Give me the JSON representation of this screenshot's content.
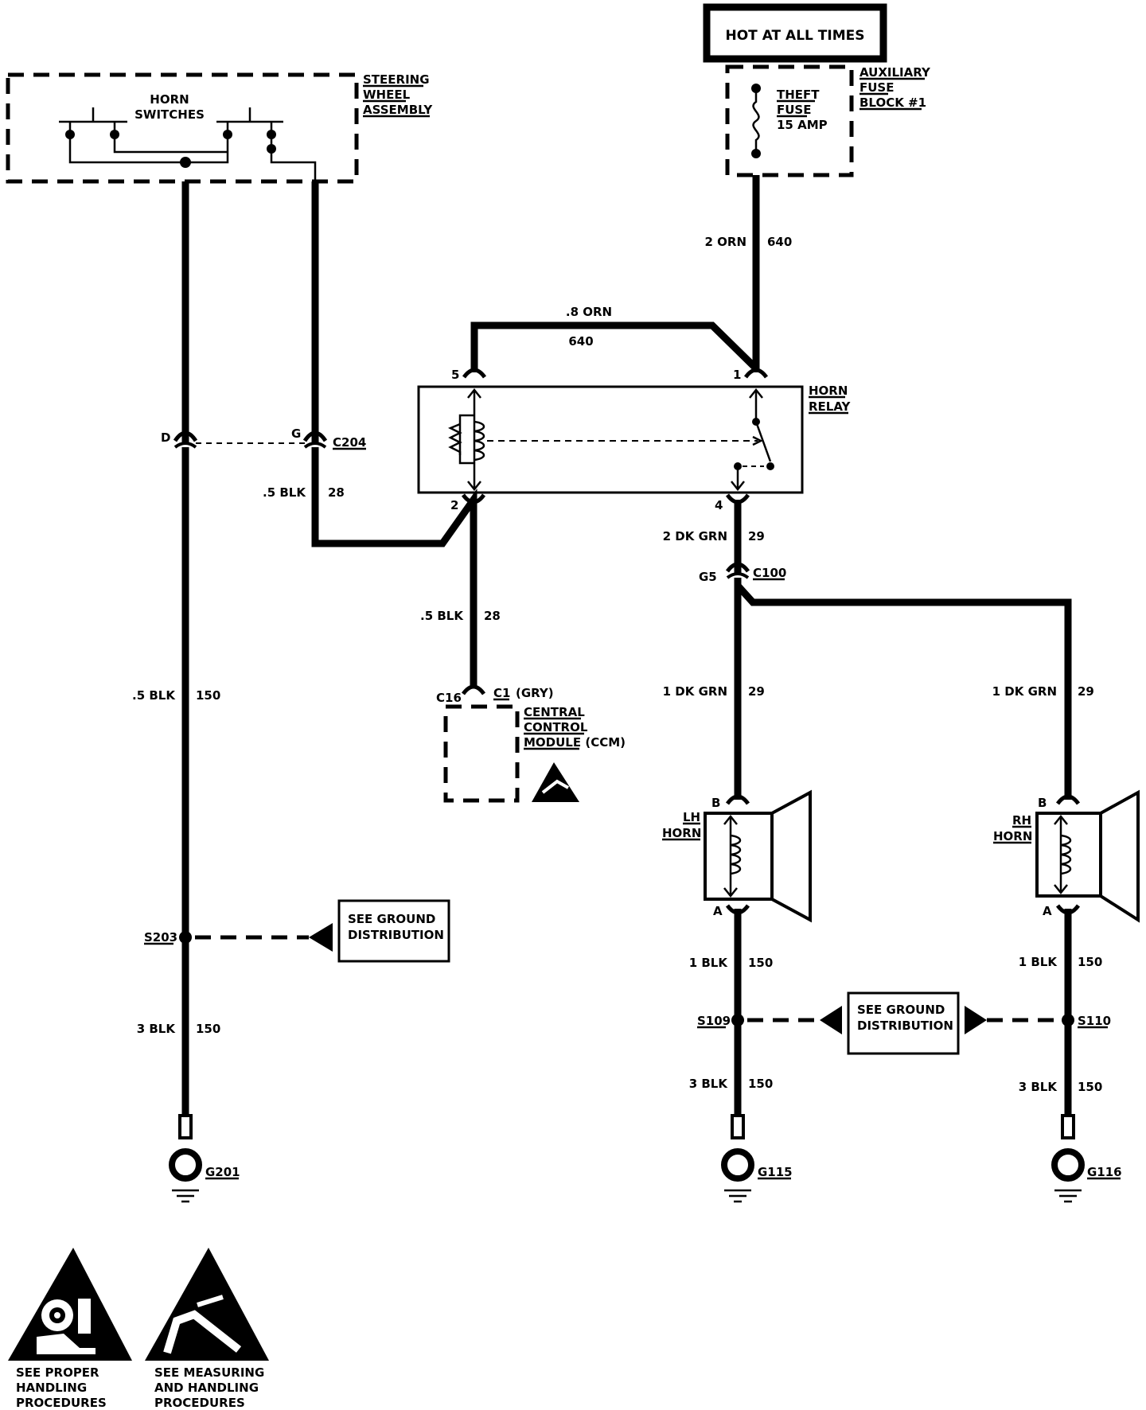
{
  "power": {
    "hot_at_all_times": "HOT AT ALL TIMES"
  },
  "fuse_block": {
    "label_lines": [
      "AUXILIARY",
      "FUSE",
      "BLOCK #1"
    ],
    "fuse_lines": [
      "THEFT",
      "FUSE",
      "15 AMP"
    ]
  },
  "steering_wheel": {
    "label_lines": [
      "STEERING",
      "WHEEL",
      "ASSEMBLY"
    ],
    "switches_lines": [
      "HORN",
      "SWITCHES"
    ]
  },
  "horn_relay": {
    "label_lines": [
      "HORN",
      "RELAY"
    ],
    "pins": {
      "p1": "1",
      "p2": "2",
      "p4": "4",
      "p5": "5"
    }
  },
  "ccm": {
    "pin": "C16",
    "connector": "C1",
    "connector_color": "(GRY)",
    "label_lines": [
      "CENTRAL",
      "CONTROL",
      "MODULE (CCM)"
    ]
  },
  "connectors": {
    "c204": "C204",
    "c204_pin_d": "D",
    "c204_pin_g": "G",
    "c100": "C100",
    "c100_pin": "G5"
  },
  "horns": {
    "lh": {
      "label_lines": [
        "LH",
        "HORN"
      ],
      "pin_b": "B",
      "pin_a": "A"
    },
    "rh": {
      "label_lines": [
        "RH",
        "HORN"
      ],
      "pin_b": "B",
      "pin_a": "A"
    }
  },
  "wires": {
    "w_640_main": {
      "gauge": "2 ORN",
      "circuit": "640"
    },
    "w_640_relay": {
      "gauge": ".8 ORN",
      "circuit": "640"
    },
    "w_28_upper": {
      "gauge": ".5 BLK",
      "circuit": "28"
    },
    "w_28_lower": {
      "gauge": ".5 BLK",
      "circuit": "28"
    },
    "w_29_relay": {
      "gauge": "2 DK GRN",
      "circuit": "29"
    },
    "w_29_lh": {
      "gauge": "1 DK GRN",
      "circuit": "29"
    },
    "w_29_rh": {
      "gauge": "1 DK GRN",
      "circuit": "29"
    },
    "w_150_left_upper": {
      "gauge": ".5 BLK",
      "circuit": "150"
    },
    "w_150_left_lower": {
      "gauge": "3 BLK",
      "circuit": "150"
    },
    "w_150_lh_upper": {
      "gauge": "1 BLK",
      "circuit": "150"
    },
    "w_150_lh_lower": {
      "gauge": "3 BLK",
      "circuit": "150"
    },
    "w_150_rh_upper": {
      "gauge": "1 BLK",
      "circuit": "150"
    },
    "w_150_rh_lower": {
      "gauge": "3 BLK",
      "circuit": "150"
    }
  },
  "splices": {
    "s203": "S203",
    "s109": "S109",
    "s110": "S110"
  },
  "grounds": {
    "g201": "G201",
    "g115": "G115",
    "g116": "G116"
  },
  "ground_ref": {
    "lines": [
      "SEE GROUND",
      "DISTRIBUTION"
    ]
  },
  "legend": {
    "airbag_lines": [
      "SEE PROPER",
      "HANDLING",
      "PROCEDURES"
    ],
    "esd_lines": [
      "SEE MEASURING",
      "AND HANDLING",
      "PROCEDURES"
    ]
  }
}
